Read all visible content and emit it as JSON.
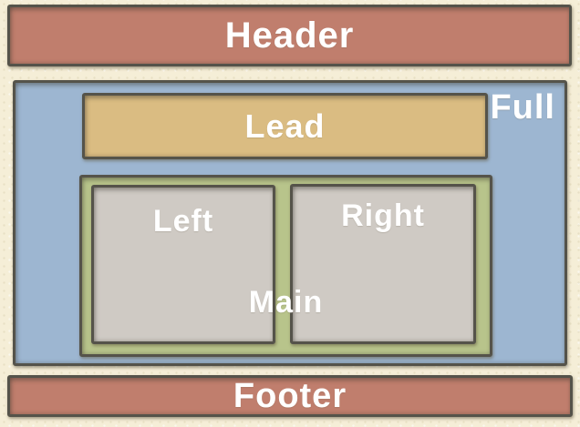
{
  "diagram": {
    "background_color": "#f5eed7",
    "stroke_color": "#55534a",
    "text_color": "#ffffff",
    "boxes": {
      "header": {
        "label": "Header",
        "fill": "#c07e6d"
      },
      "full": {
        "label": "Full",
        "fill": "#9db6d1"
      },
      "lead": {
        "label": "Lead",
        "fill": "#dabc82"
      },
      "main": {
        "label": "Main",
        "fill": "#b8c48b"
      },
      "left": {
        "label": "Left",
        "fill": "#cfcac4"
      },
      "right": {
        "label": "Right",
        "fill": "#cfcac4"
      },
      "footer": {
        "label": "Footer",
        "fill": "#c07e6d"
      }
    }
  }
}
